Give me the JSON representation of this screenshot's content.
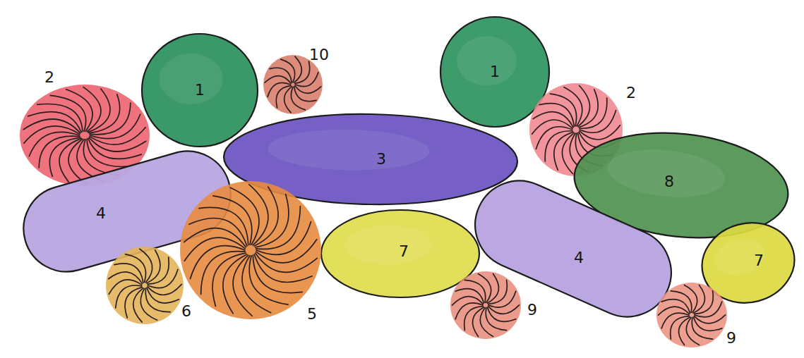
{
  "diagram": {
    "nodes": [
      {
        "text": [
          "10"
        ]
      },
      {
        "text": [
          "1"
        ]
      },
      {
        "text": [
          "2"
        ]
      },
      {
        "text": [
          "1"
        ]
      },
      {
        "text": [
          "2"
        ]
      },
      {
        "text": [
          "3"
        ]
      },
      {
        "text": [
          "8"
        ]
      },
      {
        "text": [
          "4"
        ]
      },
      {
        "text": [
          "7"
        ]
      },
      {
        "text": [
          "4"
        ]
      },
      {
        "text": [
          "7"
        ]
      },
      {
        "text": [
          "9"
        ]
      },
      {
        "text": [
          "5"
        ]
      },
      {
        "text": [
          "6"
        ]
      },
      {
        "text": [
          "9"
        ]
      }
    ]
  }
}
